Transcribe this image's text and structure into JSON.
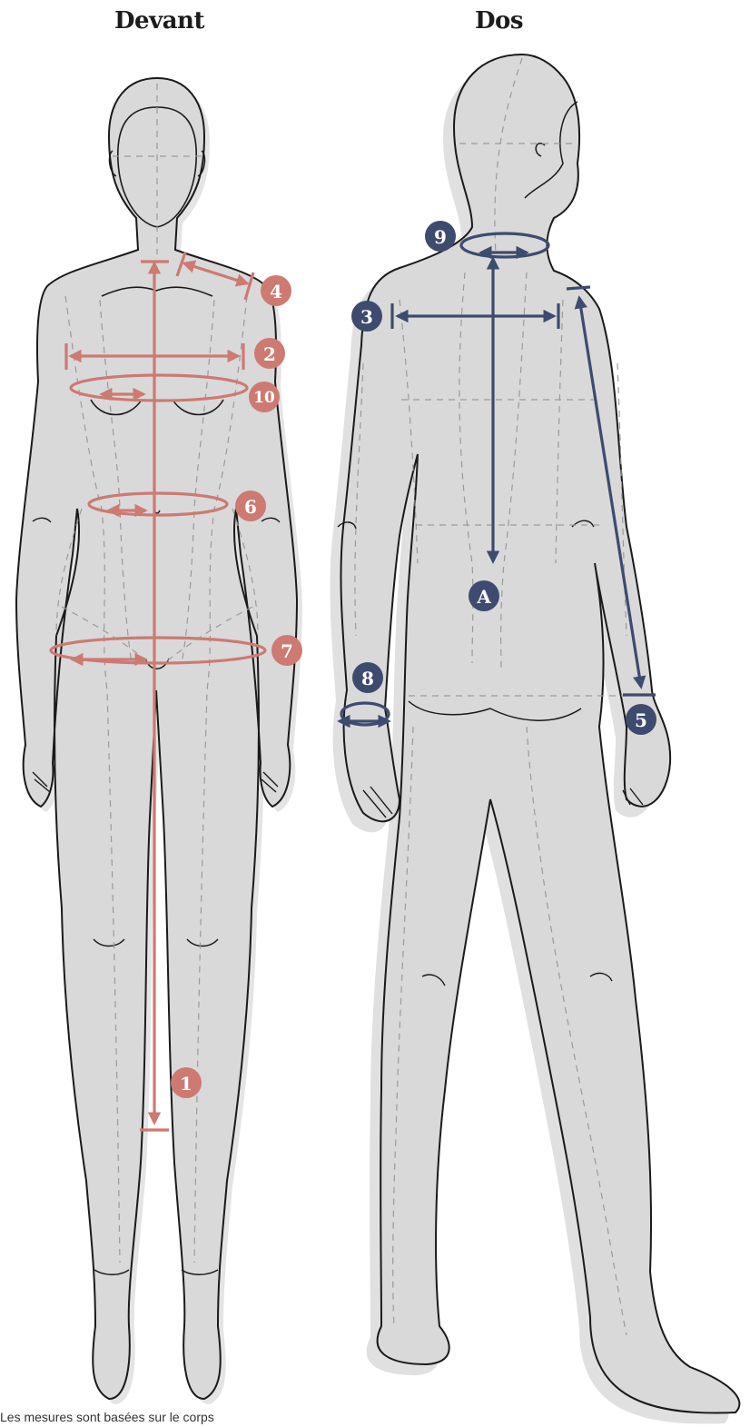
{
  "titles": {
    "front": "Devant",
    "back": "Dos"
  },
  "footnote": "Les mesures sont basées sur le corps",
  "colors": {
    "front_marker": "#cc7a72",
    "back_marker": "#3d4b6e",
    "silhouette_fill": "#d9d9d9",
    "outline": "#1a1a1a",
    "guide": "#9a9a9a"
  },
  "front_markers": [
    {
      "label": "1",
      "measure": "body-length"
    },
    {
      "label": "2",
      "measure": "chest-width"
    },
    {
      "label": "4",
      "measure": "shoulder"
    },
    {
      "label": "6",
      "measure": "waist"
    },
    {
      "label": "7",
      "measure": "hip"
    },
    {
      "label": "10",
      "measure": "bust"
    }
  ],
  "back_markers": [
    {
      "label": "3",
      "measure": "back-width"
    },
    {
      "label": "5",
      "measure": "arm-length"
    },
    {
      "label": "8",
      "measure": "wrist"
    },
    {
      "label": "9",
      "measure": "neck"
    },
    {
      "label": "A",
      "measure": "back-length"
    }
  ]
}
